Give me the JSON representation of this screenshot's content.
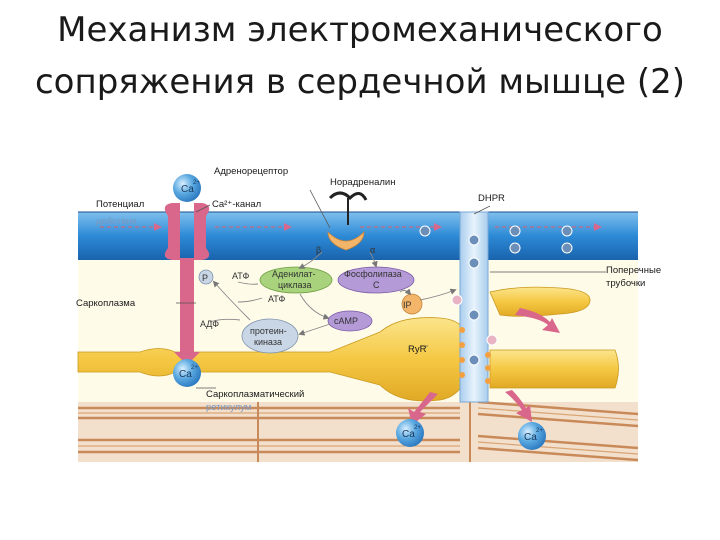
{
  "title": {
    "line1": "Механизм электромеханического",
    "line2": "сопряжения в сердечной мышце (2)"
  },
  "labels": {
    "adrenoreceptor": "Адренорецептор",
    "noradrenaline": "Норадреналин",
    "potential_line1": "Потенциал",
    "potential_line2": "действия",
    "ca_channel": "Ca²⁺-канал",
    "dhpr": "DHPR",
    "beta1": "β",
    "alpha1": "α",
    "atf1": "АТФ",
    "atf2": "АТФ",
    "adf": "АДФ",
    "p": "P",
    "adenylate_line1": "Аденилат-",
    "adenylate_line2": "циклаза",
    "phospholipase_line1": "Фосфолипаза",
    "phospholipase_line2": "C",
    "ip3": "IP",
    "camp": "cAMP",
    "protein_line1": "протеин-",
    "protein_line2": "киназа",
    "sarcoplasm": "Саркоплазма",
    "ryr": "RyR",
    "transverse_line1": "Поперечные",
    "transverse_line2": "трубочки",
    "sr_line1": "Саркоплазматический",
    "sr_line2": "ретикулум",
    "ca_ion": "Ca",
    "ca_charge": "2+"
  },
  "colors": {
    "membrane_blue": "#2d8ad6",
    "reticulum_yellow": "#f7d256",
    "channel_pink": "#d9668b",
    "enzyme_green": "#a8d37c",
    "enzyme_purple": "#b49ad6",
    "ca_ball": "#5aa9e0",
    "myofibril": "#c98a5a"
  }
}
